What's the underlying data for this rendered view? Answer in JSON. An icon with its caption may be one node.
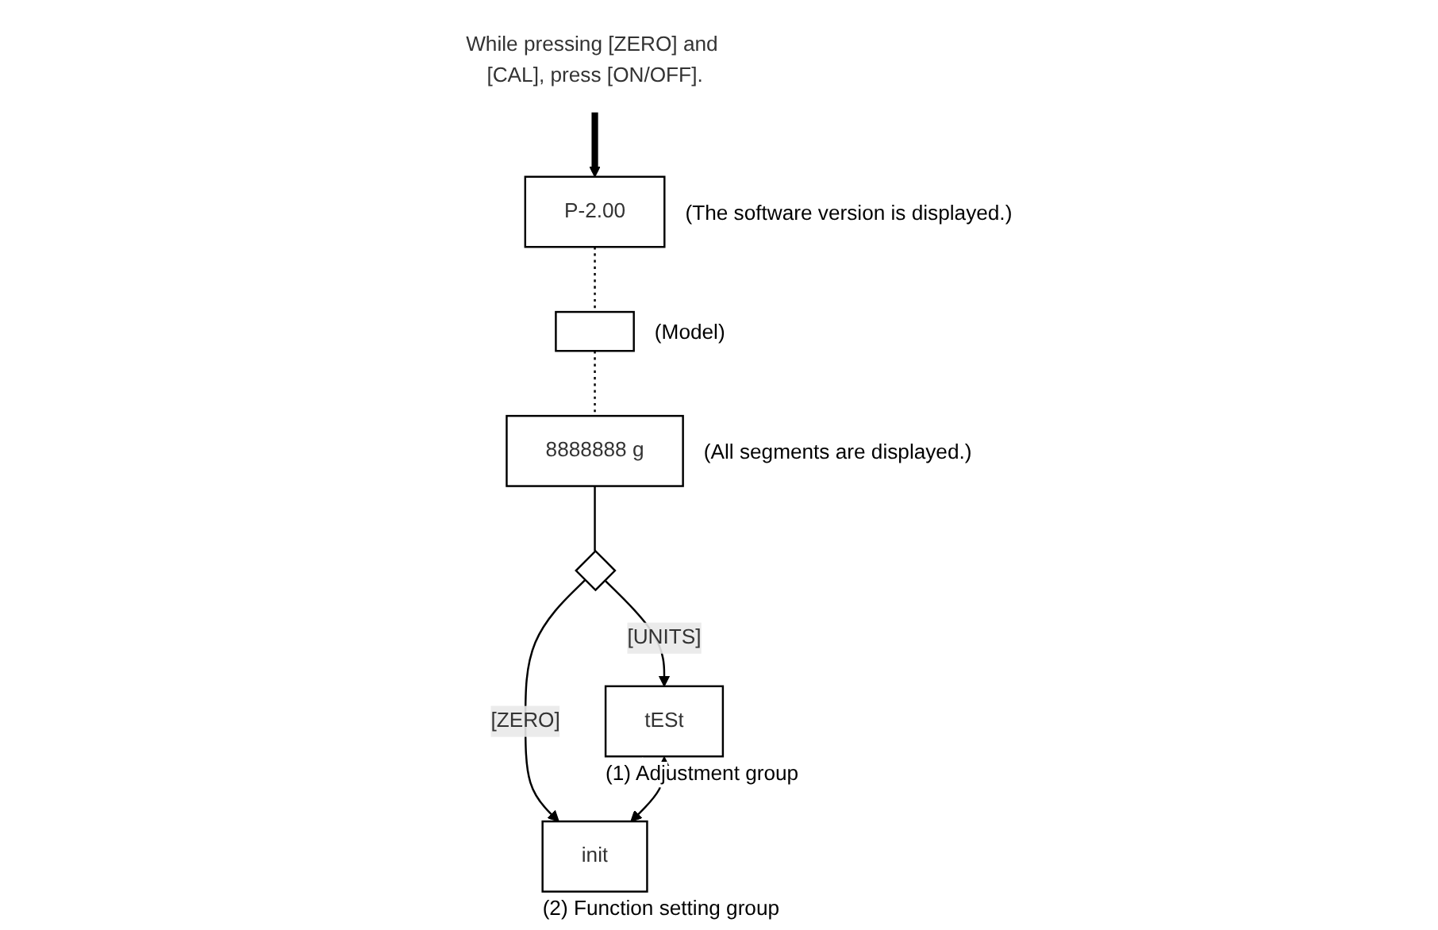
{
  "diagram": {
    "nodes": [
      {
        "text": [
          "While pressing [ZERO] and [CAL], press [ON/OFF]."
        ]
      },
      {
        "text": [
          "P-2.00"
        ],
        "beside": [
          "(The software version is displayed.)"
        ]
      },
      {
        "text": [],
        "shape": "box",
        "beside": [
          "(Model)"
        ]
      },
      {
        "text": [
          "8888888 g"
        ],
        "beside": [
          "(All segments are displayed.)"
        ]
      },
      {
        "text": [],
        "shape": "diamond"
      },
      {
        "text": [
          "tESt"
        ],
        "beside": [
          "(1) Adjustment group"
        ]
      },
      {
        "text": [
          "init"
        ],
        "beside": [
          "(2) Function setting group"
        ]
      }
    ],
    "edges": [
      {
        "from": 0,
        "to": 1,
        "arrow": "to",
        "style": "thick"
      },
      {
        "from": 1,
        "to": 2,
        "arrow": "none",
        "style": "dashed"
      },
      {
        "from": 2,
        "to": 3,
        "arrow": "none",
        "style": "dashed"
      },
      {
        "from": 3,
        "to": 4,
        "arrow": "none"
      },
      {
        "from": 4,
        "to": 5,
        "arrow": "to",
        "label": "[UNITS]"
      },
      {
        "from": 4,
        "to": 6,
        "arrow": "to",
        "label": "[ZERO]"
      },
      {
        "from": 5,
        "to": 6,
        "arrow": "both"
      }
    ]
  }
}
